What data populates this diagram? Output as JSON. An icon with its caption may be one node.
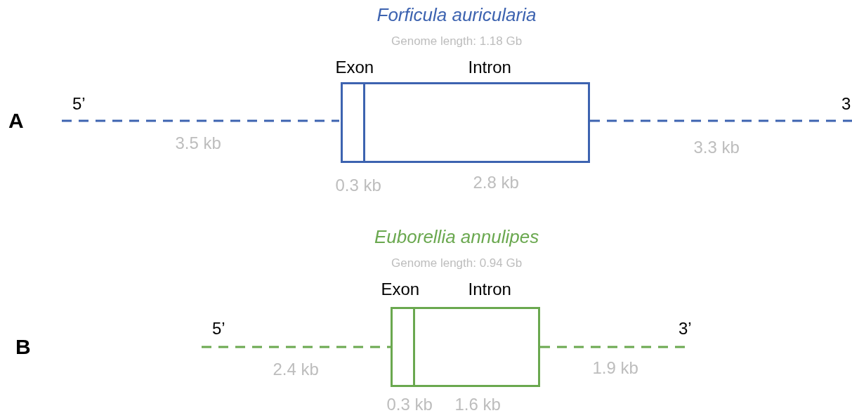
{
  "diagram": {
    "nodes": [
      {
        "text": [
          "Exon"
        ],
        "beside": [
          "0.3 kb"
        ]
      },
      {
        "text": [
          "Intron"
        ],
        "beside": [
          "2.8 kb"
        ]
      },
      {
        "text": [
          "Exon"
        ],
        "beside": [
          "0.3 kb"
        ]
      },
      {
        "text": [
          "Intron"
        ],
        "beside": [
          "1.6 kb"
        ]
      }
    ],
    "edges": [],
    "labels": [
      "Forficula auricularia",
      "Genome length: 1.18 Gb",
      "5’",
      "3",
      "A",
      "3.5 kb",
      "3.3 kb",
      "Euborellia annulipes",
      "Genome length: 0.94 Gb",
      "5’",
      "3’",
      "B",
      "2.4 kb",
      "1.9 kb"
    ]
  }
}
